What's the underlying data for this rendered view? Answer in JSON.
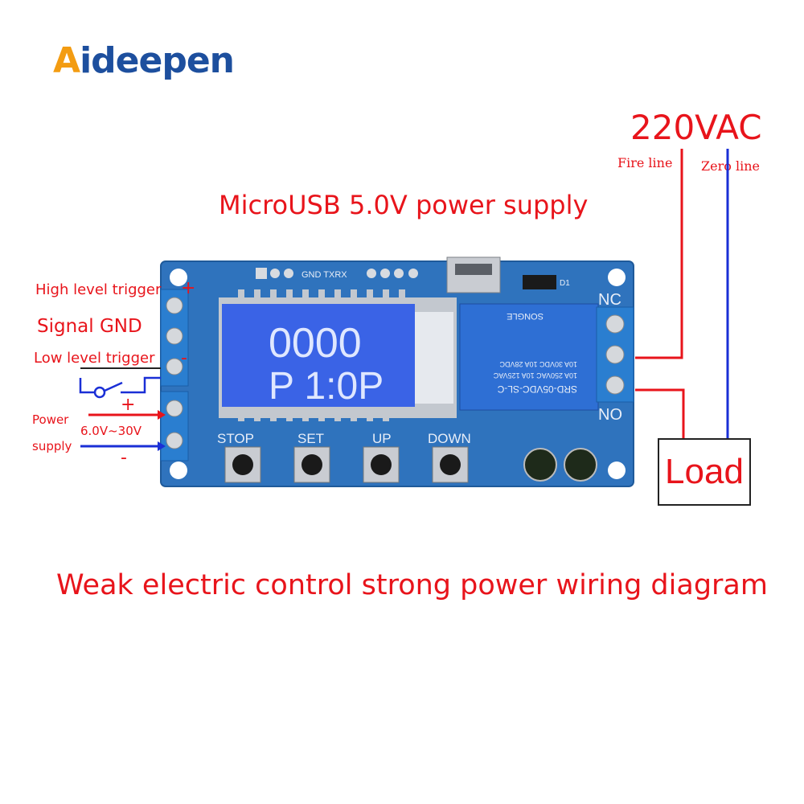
{
  "logo": {
    "first": "A",
    "rest": "ideepen"
  },
  "header": {
    "supply": "MicroUSB 5.0V power supply"
  },
  "caption": "Weak electric control strong power wiring diagram",
  "mains": {
    "voltage": "220VAC",
    "fire": "Fire line",
    "zero": "Zero line"
  },
  "left_labels": {
    "high": "High level trigger",
    "plus_top": "+",
    "gnd": "Signal GND",
    "low": "Low level trigger",
    "minus_mid": "-",
    "power": "Power",
    "supply": "supply",
    "range": "6.0V~30V",
    "plus": "+",
    "minus": "-"
  },
  "board": {
    "header_pins": "GND TXRX",
    "d1": "D1",
    "lcd_line1": "0000",
    "lcd_line2": "P 1:0P",
    "buttons": [
      "STOP",
      "SET",
      "UP",
      "DOWN"
    ],
    "relay_nc": "NC",
    "relay_no": "NO",
    "relay_text": [
      "SRD-05VDC-SL-C",
      "10A 250VAC 10A 125VAC",
      "10A 30VDC 10A 28VDC",
      "SONGLE"
    ]
  },
  "load": "Load",
  "colors": {
    "wire_red": "#e8141b",
    "wire_blue": "#1a2fd6",
    "pcb": "#2f73bd",
    "lcd": "#3a63e6"
  }
}
